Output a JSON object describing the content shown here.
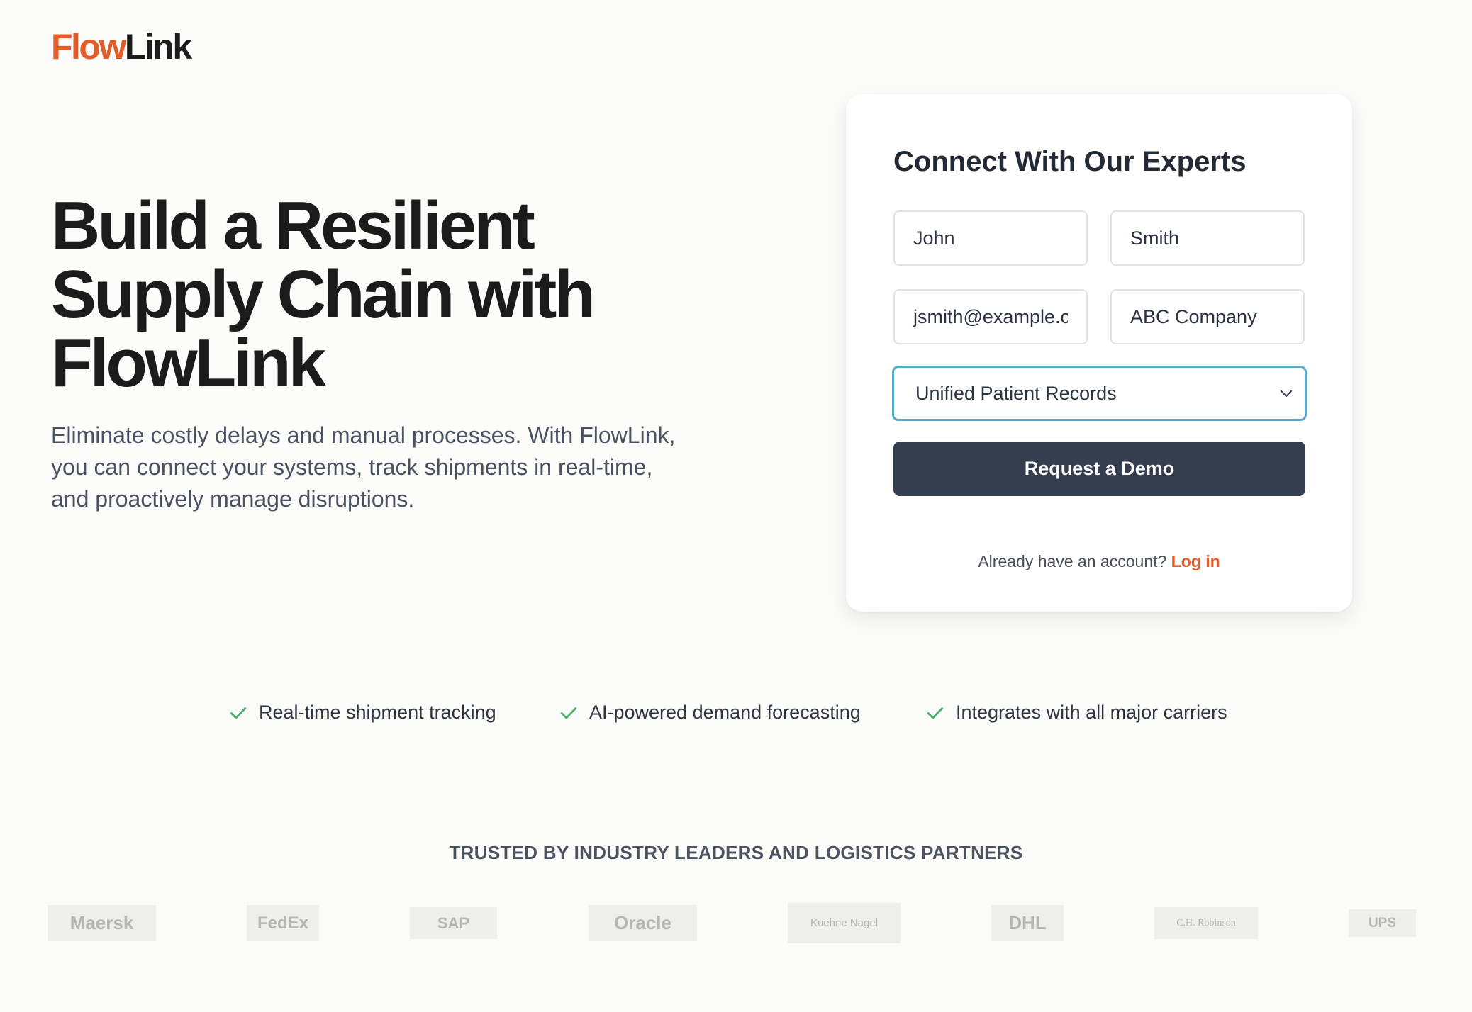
{
  "brand": {
    "name_accent": "Flow",
    "name_rest": "Link",
    "accent_color": "#e35d2a"
  },
  "hero": {
    "title": "Build a Resilient Supply Chain with FlowLink",
    "subtitle": "Eliminate costly delays and manual processes. With FlowLink, you can connect your systems, track shipments in real-time, and proactively manage disruptions."
  },
  "form": {
    "title": "Connect With Our Experts",
    "first_name": "John",
    "last_name": "Smith",
    "email": "jsmith@example.c",
    "company": "ABC Company",
    "selected_option": "Unified Patient Records",
    "submit_label": "Request a Demo",
    "login_prompt": "Already have an account?",
    "login_link": "Log in",
    "button_color": "#343e4e",
    "focus_color": "#5aa9c6"
  },
  "features": [
    {
      "label": "Real-time shipment tracking",
      "icon": "check-icon"
    },
    {
      "label": "AI-powered demand forecasting",
      "icon": "check-icon"
    },
    {
      "label": "Integrates with all major carriers",
      "icon": "check-icon"
    }
  ],
  "check_color": "#4caf6a",
  "partners": {
    "heading": "TRUSTED BY INDUSTRY LEADERS AND LOGISTICS PARTNERS",
    "logos": [
      "Maersk",
      "FedEx",
      "SAP",
      "Oracle",
      "Kuehne Nagel",
      "DHL",
      "C.H. Robinson",
      "UPS"
    ]
  }
}
